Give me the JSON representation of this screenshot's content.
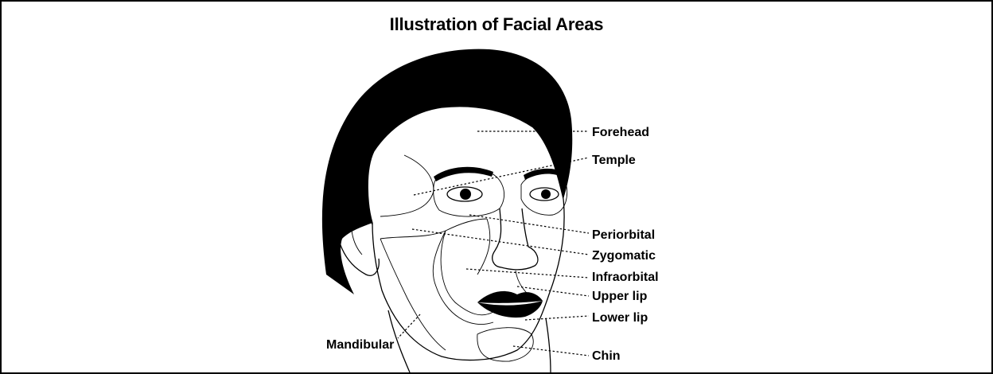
{
  "title": "Illustration of Facial Areas",
  "labels": {
    "forehead": "Forehead",
    "temple": "Temple",
    "periorbital": "Periorbital",
    "zygomatic": "Zygomatic",
    "infraorbital": "Infraorbital",
    "upper_lip": "Upper lip",
    "lower_lip": "Lower lip",
    "chin": "Chin",
    "mandibular": "Mandibular"
  },
  "colors": {
    "ink": "#000000",
    "background": "#ffffff"
  }
}
